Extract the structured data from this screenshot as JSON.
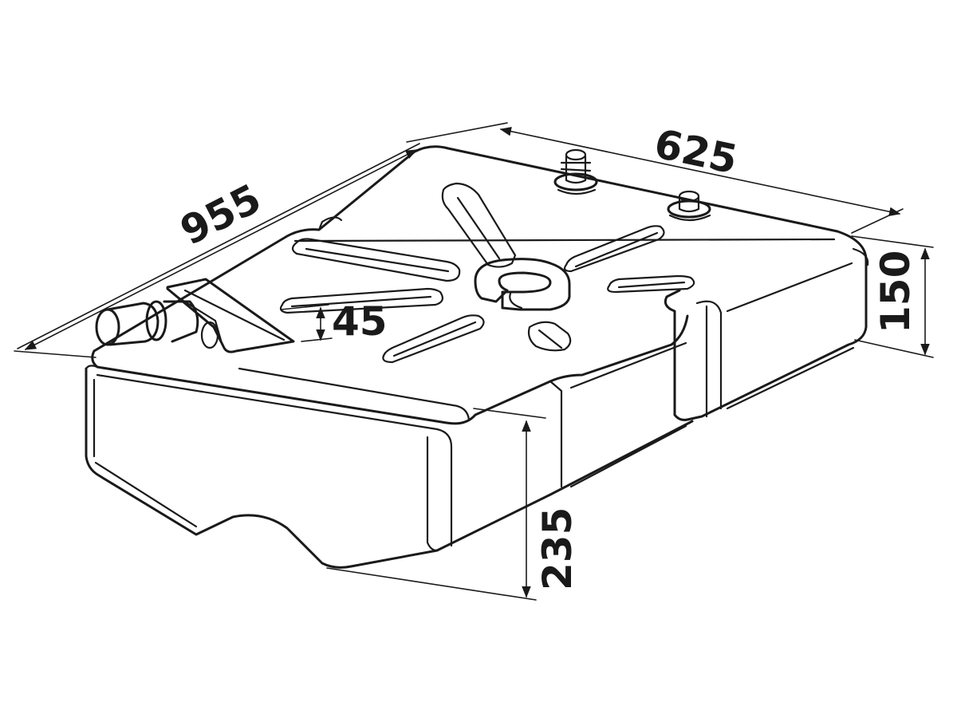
{
  "dimensions": {
    "length": "955",
    "width": "625",
    "height_rear": "150",
    "height_front": "235",
    "recess_depth": "45"
  }
}
